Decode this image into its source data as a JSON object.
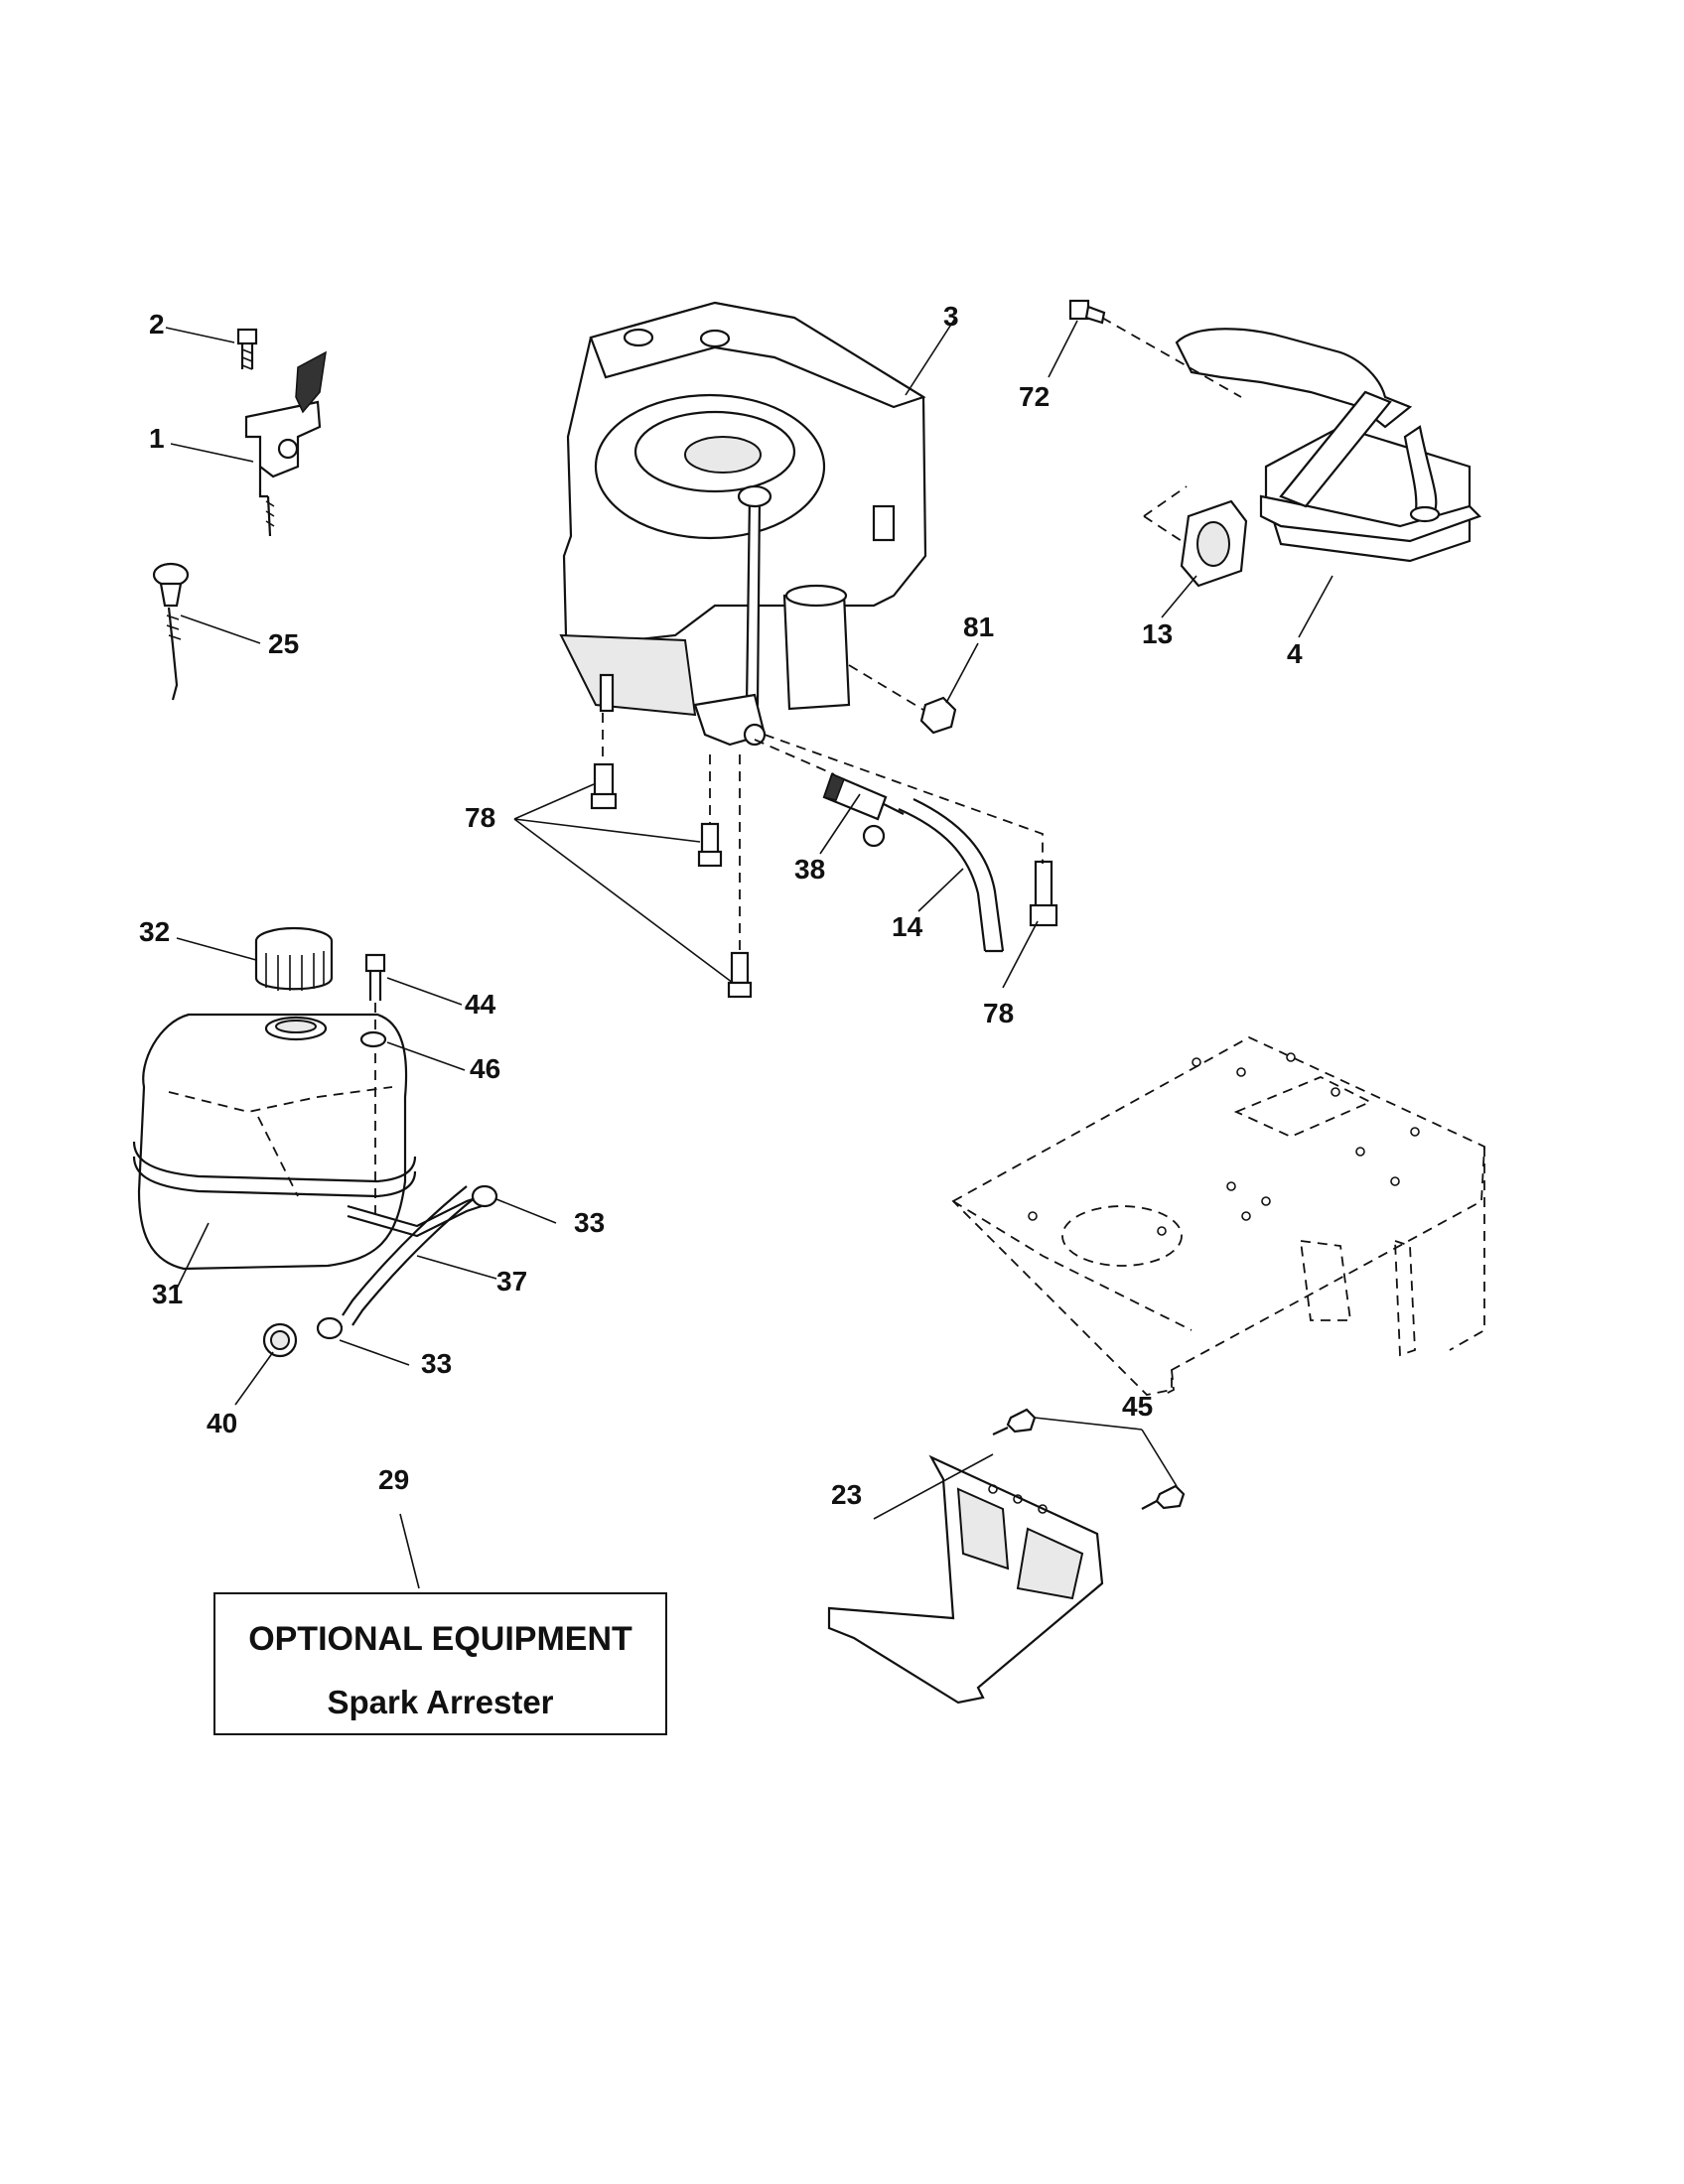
{
  "callouts": {
    "c1": "1",
    "c2": "2",
    "c3": "3",
    "c4": "4",
    "c13": "13",
    "c14": "14",
    "c23": "23",
    "c25": "25",
    "c29": "29",
    "c31": "31",
    "c32": "32",
    "c33a": "33",
    "c33b": "33",
    "c37": "37",
    "c38": "38",
    "c40": "40",
    "c44": "44",
    "c45": "45",
    "c46": "46",
    "c72": "72",
    "c78a": "78",
    "c78b": "78",
    "c81": "81"
  },
  "optional_equipment": {
    "title": "OPTIONAL EQUIPMENT",
    "item": "Spark Arrester"
  }
}
